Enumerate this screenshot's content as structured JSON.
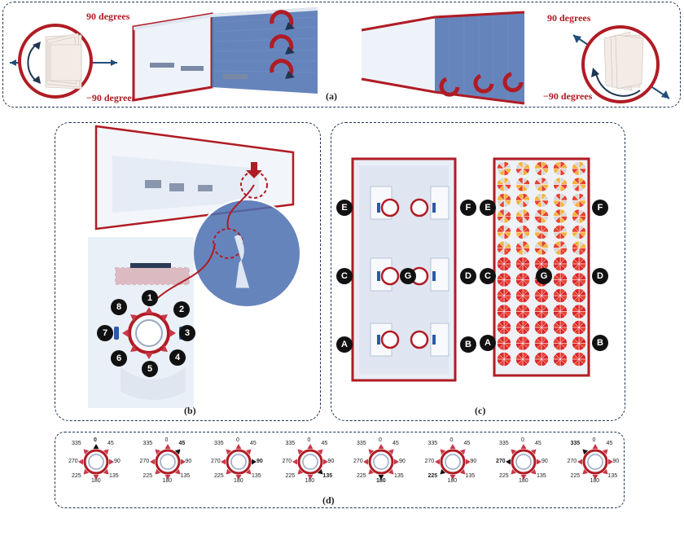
{
  "panel_a": {
    "label": "(a)",
    "left_top_deg": "90 degrees",
    "left_bottom_deg": "−90 degrees",
    "right_top_deg": "90 degrees",
    "right_bottom_deg": "−90 degrees"
  },
  "panel_b": {
    "label": "(b)",
    "positions": [
      "1",
      "2",
      "3",
      "4",
      "5",
      "6",
      "7",
      "8"
    ]
  },
  "panel_c": {
    "label": "(c)",
    "markers": [
      "E",
      "F",
      "C",
      "G",
      "D",
      "A",
      "B"
    ]
  },
  "panel_d": {
    "label": "(d)",
    "dials": [
      {
        "active": "0",
        "labels": {
          "top": "0",
          "tr": "45",
          "r": "90",
          "br": "135",
          "b": "180",
          "bl": "225",
          "l": "270",
          "tl": "335"
        }
      },
      {
        "active": "45",
        "labels": {
          "top": "0",
          "tr": "45",
          "r": "90",
          "br": "135",
          "b": "180",
          "bl": "225",
          "l": "270",
          "tl": "335"
        }
      },
      {
        "active": "90",
        "labels": {
          "top": "0",
          "tr": "45",
          "r": "90",
          "br": "135",
          "b": "180",
          "bl": "225",
          "l": "270",
          "tl": "335"
        }
      },
      {
        "active": "135",
        "labels": {
          "top": "0",
          "tr": "45",
          "r": "90",
          "br": "135",
          "b": "180",
          "bl": "225",
          "l": "270",
          "tl": "335"
        }
      },
      {
        "active": "180",
        "labels": {
          "top": "0",
          "tr": "45",
          "r": "90",
          "br": "135",
          "b": "180",
          "bl": "225",
          "l": "270",
          "tl": "335"
        }
      },
      {
        "active": "225",
        "labels": {
          "top": "0",
          "tr": "45",
          "r": "90",
          "br": "135",
          "b": "180",
          "bl": "225",
          "l": "270",
          "tl": "335"
        }
      },
      {
        "active": "270",
        "labels": {
          "top": "0",
          "tr": "45",
          "r": "90",
          "br": "135",
          "b": "180",
          "bl": "225",
          "l": "270",
          "tl": "335"
        }
      },
      {
        "active": "335",
        "labels": {
          "top": "0",
          "tr": "45",
          "r": "90",
          "br": "135",
          "b": "180",
          "bl": "225",
          "l": "270",
          "tl": "335"
        }
      }
    ]
  },
  "colors": {
    "accent_red": "#b01c24",
    "room_blue": "#4b6fb0",
    "frame": "#1f3550"
  }
}
